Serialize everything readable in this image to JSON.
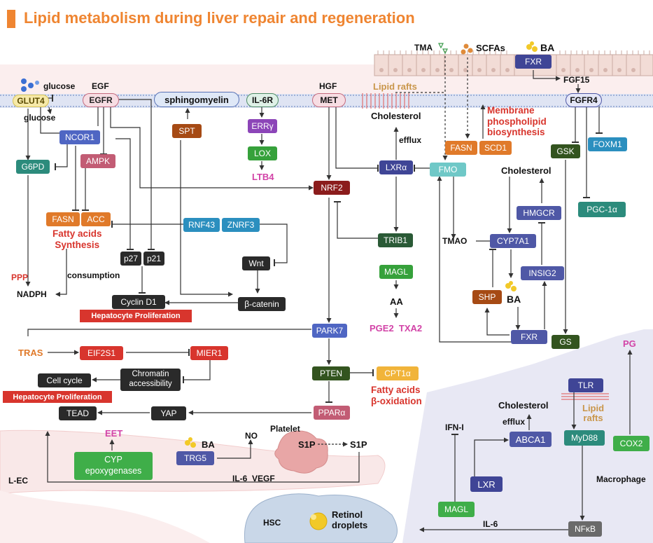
{
  "title": "Lipid metabolism during liver repair and regeneration",
  "colors": {
    "title": "#ef8531",
    "red_text": "#d8352d",
    "pink_text": "#d243a7",
    "orange_text": "#e07a2a"
  },
  "nodes": {
    "glut4": "GLUT4",
    "egfr": "EGFR",
    "sphingomyelin": "sphingomyelin",
    "il6r": "IL-6R",
    "met": "MET",
    "fxr_top": "FXR",
    "fgfr4": "FGFR4",
    "ncor1": "NCOR1",
    "g6pd": "G6PD",
    "ampk": "AMPK",
    "spt": "SPT",
    "erry": "ERRγ",
    "lox": "LOX",
    "fasn_left": "FASN",
    "acc": "ACC",
    "rnf43": "RNF43",
    "znrf3": "ZNRF3",
    "p27": "p27",
    "p21": "p21",
    "wnt": "Wnt",
    "cyclin_d1": "Cyclin D1",
    "b_catenin": "β-catenin",
    "nrf2": "NRF2",
    "lxra": "LXRα",
    "fmo": "FMO",
    "fasn_right": "FASN",
    "scd1": "SCD1",
    "gsk": "GSK",
    "foxm1": "FOXM1",
    "pgc1a": "PGC-1α",
    "hmgcr": "HMGCR",
    "cyp7a1": "CYP7A1",
    "insig2": "INSIG2",
    "shp": "SHP",
    "fxr_mid": "FXR",
    "gs": "GS",
    "trib1": "TRIB1",
    "magl_top": "MAGL",
    "park7": "PARK7",
    "eif2s1": "EIF2S1",
    "mier1": "MIER1",
    "chromatin": "Chromatin\naccessibility",
    "cell_cycle": "Cell cycle",
    "pten": "PTEN",
    "cpt1a": "CPT1α",
    "ppara": "PPARα",
    "tead": "TEAD",
    "yap": "YAP",
    "cyp_epox": "CYP\nepoxygenases",
    "trg5": "TRG5",
    "tlr": "TLR",
    "abca1": "ABCA1",
    "myd88": "MyD88",
    "cox2": "COX2",
    "lxr": "LXR",
    "magl_bottom": "MAGL",
    "nfkb": "NFκB"
  },
  "labels": {
    "glucose_top": "glucose",
    "glucose_left": "glucose",
    "egf": "EGF",
    "hgf": "HGF",
    "lipid_rafts_top": "Lipid rafts",
    "tma": "TMA",
    "scfas": "SCFAs",
    "ba_top": "BA",
    "fgf15": "FGF15",
    "cholesterol_top": "Cholesterol",
    "efflux_top": "efflux",
    "membrane_pl": "Membrane\nphospholipid\nbiosynthesis",
    "ltb4": "LTB4",
    "cholesterol_right": "Cholesterol",
    "fatty_acids_synthesis": "Fatty acids\nSynthesis",
    "ppp": "PPP",
    "consumption": "consumption",
    "nadph": "NADPH",
    "tmao": "TMAO",
    "aa": "AA",
    "pge2": "PGE2",
    "txa2": "TXA2",
    "ba_mid": "BA",
    "hepatocyte_prolif_1": "Hepatocyte Proliferation",
    "hepatocyte_prolif_2": "Hepatocyte Proliferation",
    "tras": "TRAS",
    "fatty_acids_oxidation": "Fatty acids\nβ-oxidation",
    "eet": "EET",
    "pg": "PG",
    "cholesterol_bottom": "Cholesterol",
    "efflux_bottom": "efflux",
    "lipid_rafts_bottom": "Lipid\nrafts",
    "ifn_i": "IFN-I",
    "platelet": "Platelet",
    "no": "NO",
    "ba_trg5": "BA",
    "s1p_left": "S1P",
    "s1p_right": "S1P",
    "macrophage": "Macrophage",
    "l_ec": "L-EC",
    "il6_vegf": "IL-6  VEGF",
    "hsc": "HSC",
    "retinol_droplets": "Retinol\ndroplets",
    "il6_bottom": "IL-6"
  }
}
